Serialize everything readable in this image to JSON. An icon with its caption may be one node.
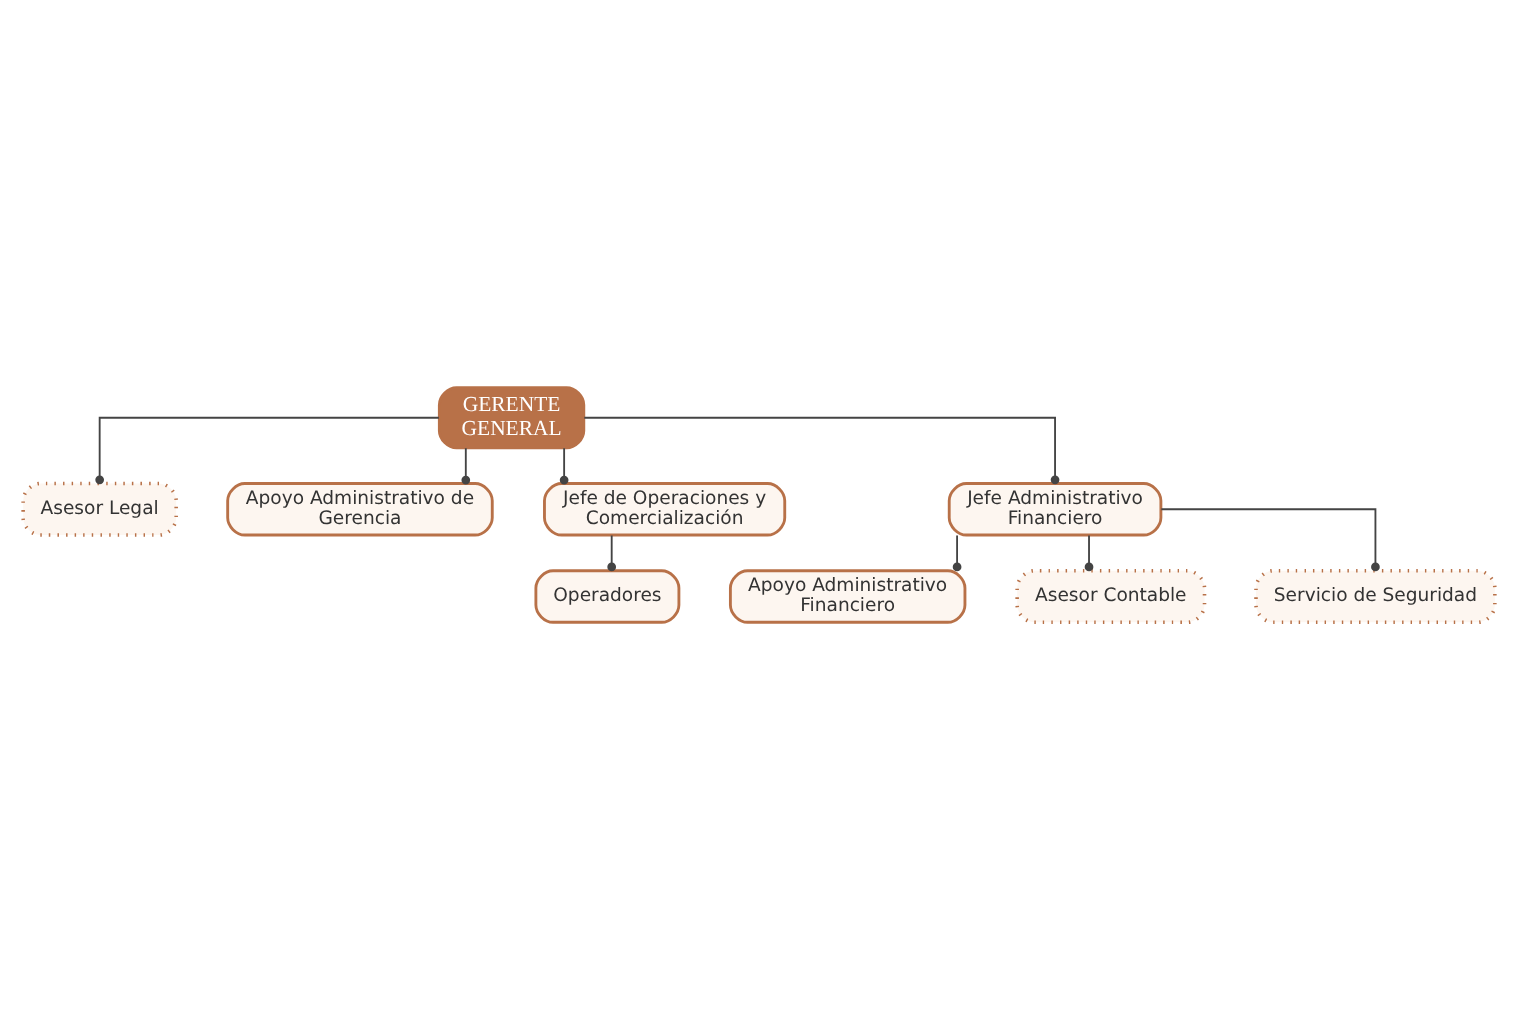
{
  "diagram": {
    "nodes": [
      {
        "text": [
          "GERENTE GENERAL"
        ]
      },
      {
        "text": [
          "Asesor Legal"
        ]
      },
      {
        "text": [
          "Apoyo Administrativo de Gerencia"
        ]
      },
      {
        "text": [
          "Jefe de Operaciones y Comercialización"
        ]
      },
      {
        "text": [
          "Operadores"
        ]
      },
      {
        "text": [
          "Jefe Administrativo Financiero"
        ]
      },
      {
        "text": [
          "Apoyo Administrativo Financiero"
        ]
      },
      {
        "text": [
          "Asesor Contable"
        ]
      },
      {
        "text": [
          "Servicio de Seguridad"
        ]
      }
    ],
    "edges": [
      {
        "from": 0,
        "to": 1,
        "arrow": "other"
      },
      {
        "from": 0,
        "to": 2,
        "arrow": "other"
      },
      {
        "from": 0,
        "to": 3,
        "arrow": "other"
      },
      {
        "from": 0,
        "to": 5,
        "arrow": "other"
      },
      {
        "from": 3,
        "to": 4,
        "arrow": "other"
      },
      {
        "from": 5,
        "to": 6,
        "arrow": "other"
      },
      {
        "from": 5,
        "to": 7,
        "arrow": "other"
      },
      {
        "from": 5,
        "to": 8,
        "arrow": "other"
      }
    ]
  }
}
